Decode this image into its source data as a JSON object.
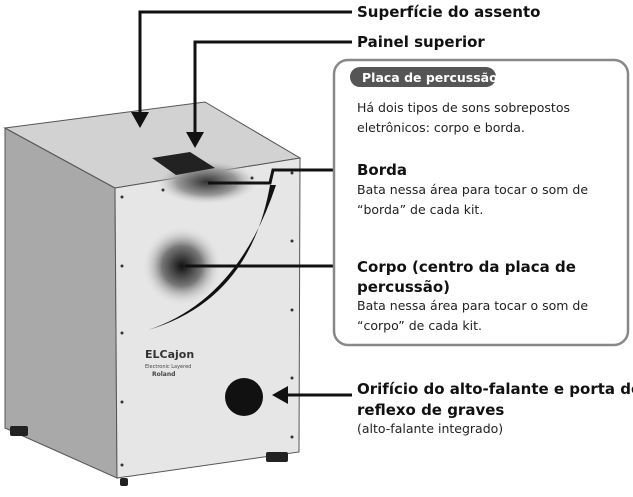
{
  "labels": {
    "seat_surface": "Superfície do assento",
    "top_panel": "Painel superior",
    "pad_title": "Placa de percussão",
    "pad_desc": [
      "Há dois tipos de sons sobrepostos",
      "eletrônicos: corpo e borda."
    ],
    "rim_title": "Borda",
    "rim_desc": [
      "Bata nessa área para tocar o som de",
      "“borda” de cada kit."
    ],
    "head_title": [
      "Corpo (centro da placa de",
      "percussão)"
    ],
    "head_desc": [
      "Bata nessa área para tocar o som de",
      "“corpo” de cada kit."
    ],
    "speaker_title": [
      "Orifício do alto-falante e porta de",
      "reflexo de graves"
    ],
    "speaker_desc": "(alto-falante integrado)"
  },
  "logo": {
    "product": "ELCajon",
    "sub": "Electronic Layered",
    "brand": "Roland"
  },
  "colors": {
    "pill_bg": "#555555",
    "box_border": "#888888",
    "front": "#e6e6e6",
    "side": "#a9a9a9",
    "top": "#d2d2d2"
  }
}
